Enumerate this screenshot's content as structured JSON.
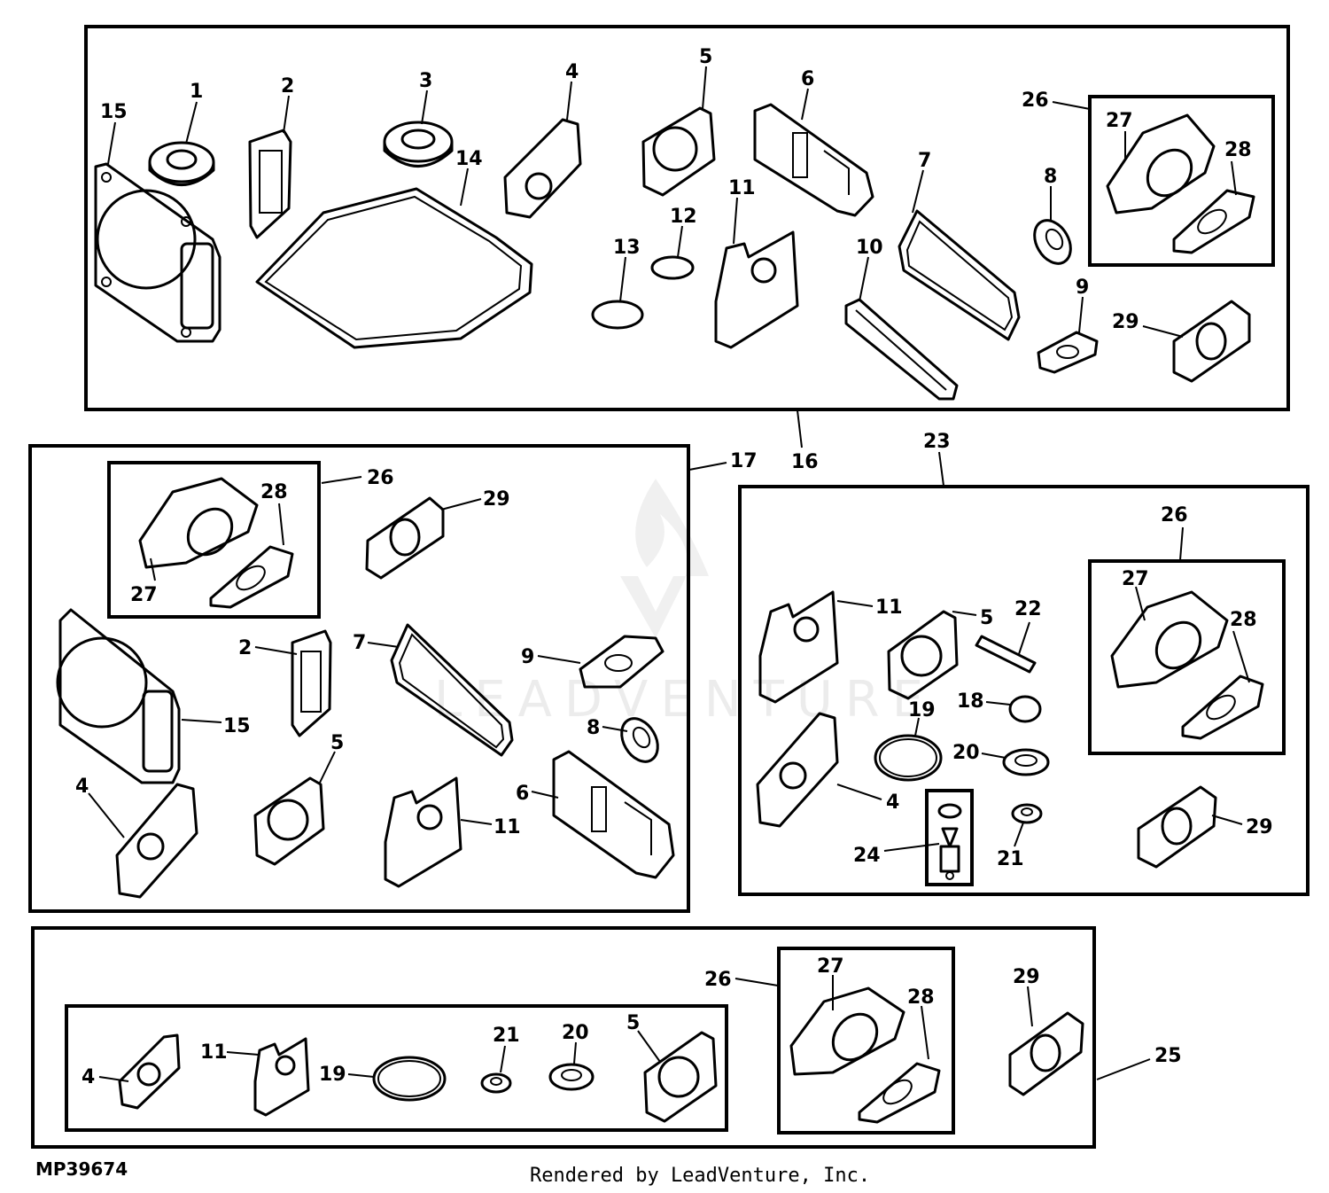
{
  "diagram": {
    "reference_code": "MP39674",
    "credit": "Rendered by LeadVenture, Inc.",
    "watermark": "LEADVENTURE",
    "colors": {
      "line": "#000000",
      "background": "#ffffff"
    },
    "groups": {
      "top": {
        "label": "16",
        "items": [
          "1",
          "2",
          "3",
          "4",
          "5",
          "6",
          "7",
          "8",
          "9",
          "10",
          "11",
          "12",
          "13",
          "14",
          "15",
          "26",
          "27",
          "28",
          "29"
        ]
      },
      "left": {
        "label": "17",
        "items": [
          "26",
          "27",
          "28",
          "29",
          "15",
          "2",
          "7",
          "9",
          "8",
          "4",
          "5",
          "11",
          "6"
        ]
      },
      "right": {
        "label": "23",
        "items": [
          "26",
          "27",
          "28",
          "11",
          "5",
          "22",
          "18",
          "19",
          "20",
          "4",
          "24",
          "21",
          "29"
        ]
      },
      "bottom": {
        "label": "25",
        "items": [
          "26",
          "27",
          "28",
          "29",
          "4",
          "11",
          "19",
          "21",
          "20",
          "5"
        ]
      }
    }
  }
}
